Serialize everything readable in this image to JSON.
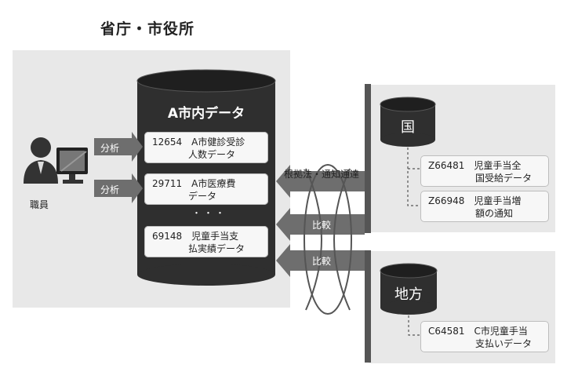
{
  "title": "省庁・市役所",
  "left_panel": {
    "cylinder_title": "A市内データ",
    "records": [
      {
        "line1": "12654　A市健診受診",
        "line2": "人数データ"
      },
      {
        "line1": "29711　A市医療費",
        "line2": "データ"
      },
      {
        "line1": "69148　児童手当支",
        "line2": "払実績データ"
      }
    ],
    "ellipsis": "・・・",
    "staff_label": "職員",
    "analyze_label": "分析"
  },
  "middle": {
    "law_label": "根拠法・通知通達",
    "compare_label": "比較"
  },
  "national": {
    "db_label": "国",
    "records": [
      {
        "line1": "Z66481　児童手当全",
        "line2": "国受給データ"
      },
      {
        "line1": "Z66948　児童手当増",
        "line2": "額の通知"
      }
    ]
  },
  "local": {
    "db_label": "地方",
    "records": [
      {
        "line1": "C64581　C市児童手当",
        "line2": "支払いデータ"
      }
    ]
  },
  "colors": {
    "panel": "#e8e8e8",
    "cylinder": "#2f2f2f",
    "arrow": "#6e6e6e"
  }
}
